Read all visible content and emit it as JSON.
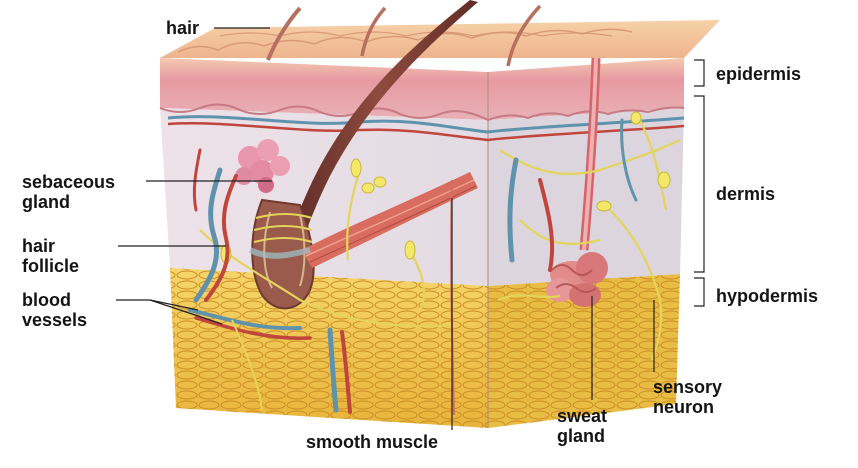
{
  "labels": {
    "hair": "hair",
    "sebaceous_gland": [
      "sebaceous",
      "gland"
    ],
    "hair_follicle": [
      "hair",
      "follicle"
    ],
    "blood_vessels": [
      "blood",
      "vessels"
    ],
    "smooth_muscle": "smooth muscle",
    "sweat_gland": [
      "sweat",
      "gland"
    ],
    "sensory_neuron": [
      "sensory",
      "neuron"
    ],
    "epidermis": "epidermis",
    "dermis": "dermis",
    "hypodermis": "hypodermis"
  },
  "colors": {
    "epidermis": "#e9a8ae",
    "dermis": "#ece3e7",
    "hypodermis": "#f1c64a",
    "hair": "#7b3f36",
    "nerve": "#e3d45a",
    "blood_vessel_blue": "#5f93ad",
    "blood_vessel_red": "#c0453d",
    "muscle": "#d86c5e",
    "leader_line": "#222222"
  }
}
